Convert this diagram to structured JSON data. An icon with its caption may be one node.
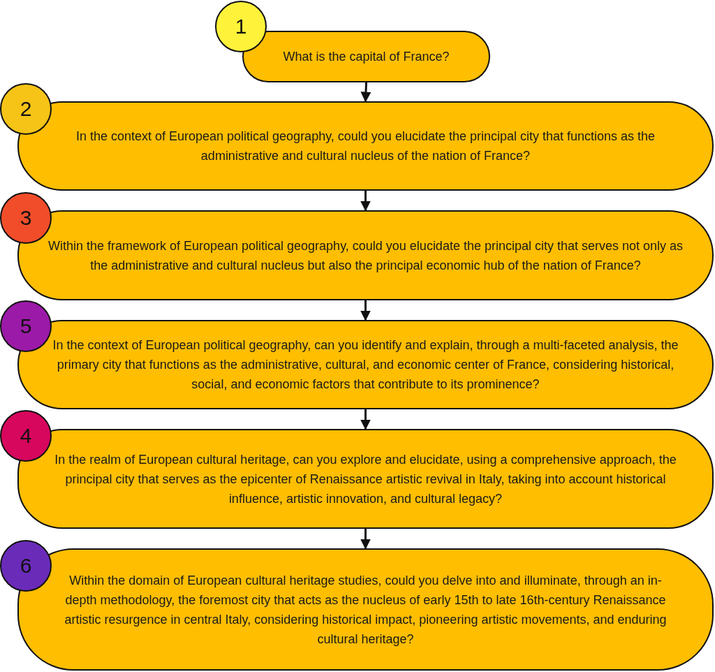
{
  "diagram": {
    "nodes": [
      {
        "text": [
          "1"
        ]
      },
      {
        "text": [
          "What is the capital of France?"
        ]
      },
      {
        "text": [
          "2"
        ]
      },
      {
        "text": [
          "In the context of European political geography, could you elucidate the principal city that functions as the administrative and cultural nucleus of the nation of France?"
        ]
      },
      {
        "text": [
          "3"
        ]
      },
      {
        "text": [
          "Within the framework of European political geography, could you elucidate the principal city that serves not only as the administrative and cultural nucleus but also the principal economic hub of the nation of France?"
        ]
      },
      {
        "text": [
          "5"
        ]
      },
      {
        "text": [
          "In the context of European political geography, can you identify and explain, through a multi-faceted analysis, the primary city that functions as the administrative, cultural, and economic center of France, considering historical, social, and economic factors that contribute to its prominence?"
        ]
      },
      {
        "text": [
          "4"
        ]
      },
      {
        "text": [
          "In the realm of European cultural heritage, can you explore and elucidate, using a comprehensive approach, the principal city that serves as the epicenter of Renaissance artistic revival in Italy, taking into account historical influence, artistic innovation, and cultural legacy?"
        ]
      },
      {
        "text": [
          "6"
        ]
      },
      {
        "text": [
          "Within the domain of European cultural heritage studies, could you delve into and illuminate, through an in-depth methodology, the foremost city that acts as the nucleus of early 15th to late 16th-century Renaissance artistic resurgence in central Italy, considering historical impact, pioneering artistic movements, and enduring cultural heritage?"
        ]
      }
    ],
    "edges": [
      {
        "from": 1,
        "to": 3,
        "arrow": "to"
      },
      {
        "from": 3,
        "to": 5,
        "arrow": "to"
      },
      {
        "from": 5,
        "to": 7,
        "arrow": "to"
      },
      {
        "from": 7,
        "to": 9,
        "arrow": "to"
      },
      {
        "from": 9,
        "to": 11,
        "arrow": "to"
      }
    ]
  }
}
